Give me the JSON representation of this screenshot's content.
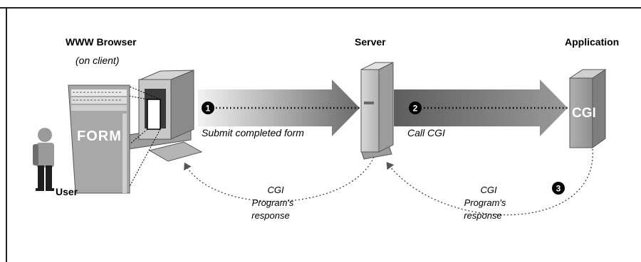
{
  "labels": {
    "browser_title": "WWW Browser",
    "browser_sub": "(on client)",
    "server": "Server",
    "application": "Application",
    "user": "User",
    "form": "FORM",
    "cgi_box": "CGI"
  },
  "steps": [
    {
      "number": "1",
      "label": "Submit completed form"
    },
    {
      "number": "2",
      "label": "Call CGI"
    },
    {
      "number": "3",
      "label": ""
    }
  ],
  "responses": [
    {
      "line1": "CGI",
      "line2": "Program's",
      "line3": "response"
    },
    {
      "line1": "CGI",
      "line2": "Program's",
      "line3": "response"
    }
  ]
}
